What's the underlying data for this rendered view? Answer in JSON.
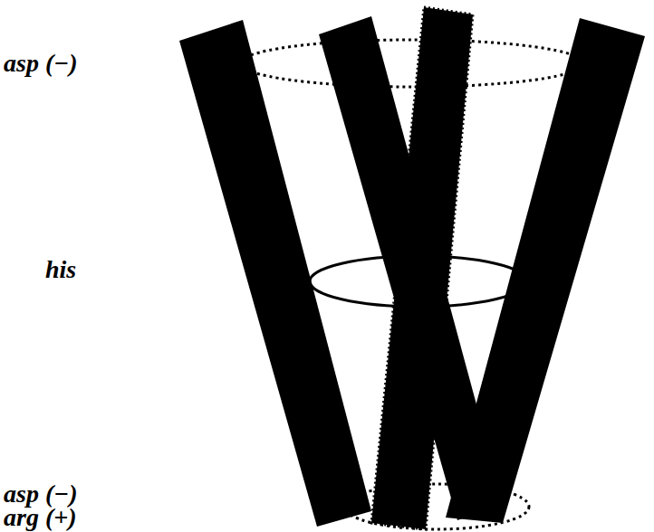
{
  "diagram": {
    "labels": [
      "asp (−)",
      "his",
      "asp (−)",
      "arg (+)"
    ]
  }
}
